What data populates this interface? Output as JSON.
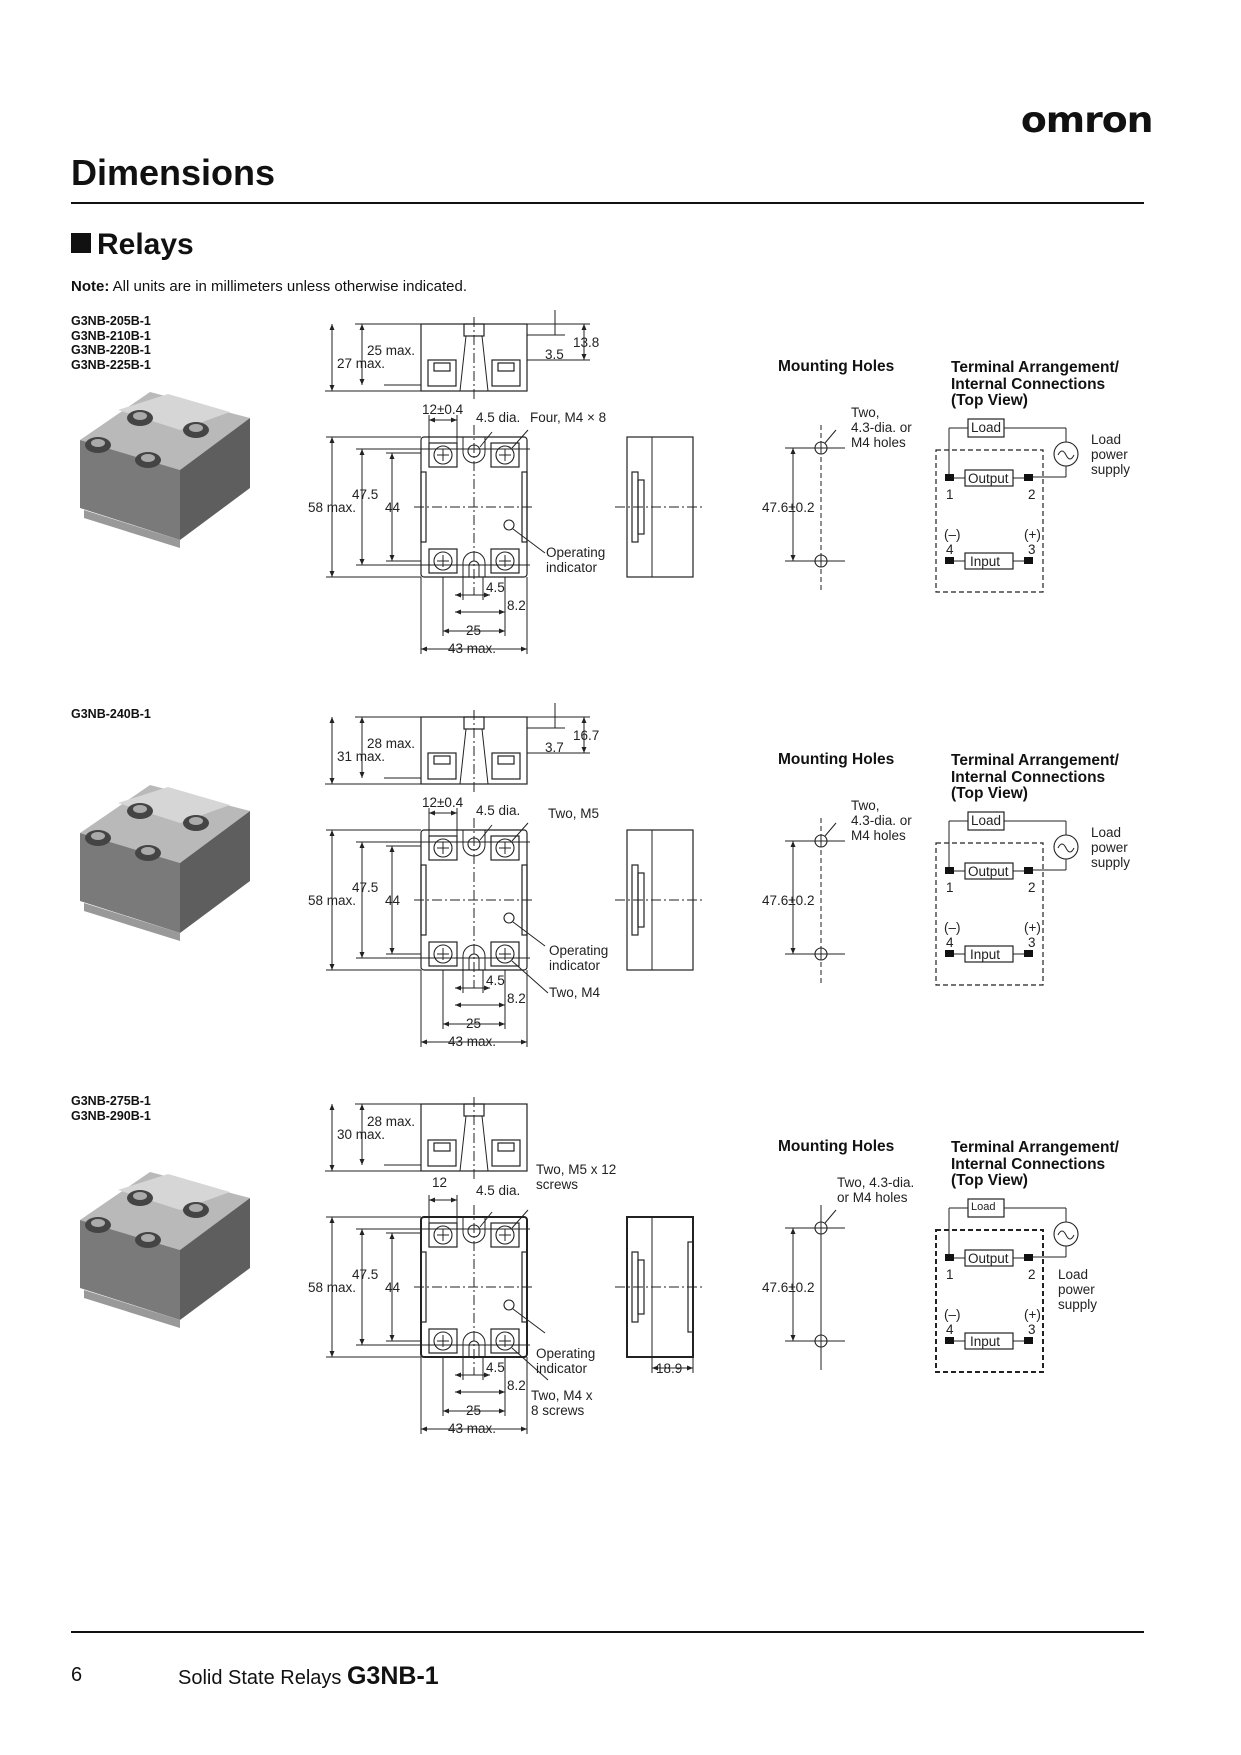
{
  "header": {
    "logo": "omron",
    "title": "Dimensions",
    "section": "Relays"
  },
  "note": {
    "label": "Note:",
    "text": "All units are in millimeters unless otherwise indicated."
  },
  "sections": [
    {
      "models": [
        "G3NB-205B-1",
        "G3NB-210B-1",
        "G3NB-220B-1",
        "G3NB-225B-1"
      ],
      "dims": {
        "h_inner": "25 max.",
        "h_outer": "27 max.",
        "top_a": "13.8",
        "top_b": "3.5",
        "pitch": "12±0.4",
        "hole": "4.5 dia.",
        "screws_top": "Four, M4 × 8",
        "h58": "58 max.",
        "h475": "47.5",
        "h44": "44",
        "indicator": "Operating\nindicator",
        "slot": "4.5",
        "off": "8.2",
        "w25": "25",
        "w43": "43 max."
      },
      "mounting": {
        "title": "Mounting Holes",
        "note": "Two,\n4.3-dia. or\nM4 holes",
        "pitch": "47.6±0.2"
      },
      "terminal": {
        "title": "Terminal Arrangement/\nInternal Connections\n(Top View)",
        "load": "Load",
        "output": "Output",
        "input": "Input",
        "supply": "Load\npower\nsupply",
        "t1": "1",
        "t2": "2",
        "t3": "3",
        "t4": "4",
        "minus": "(–)",
        "plus": "(+)"
      }
    },
    {
      "models": [
        "G3NB-240B-1"
      ],
      "dims": {
        "h_inner": "28 max.",
        "h_outer": "31 max.",
        "top_a": "16.7",
        "top_b": "3.7",
        "pitch": "12±0.4",
        "hole": "4.5 dia.",
        "screws_top": "Two, M5",
        "h58": "58 max.",
        "h475": "47.5",
        "h44": "44",
        "indicator": "Operating\nindicator",
        "slot": "4.5",
        "off": "8.2",
        "screws_bottom": "Two, M4",
        "w25": "25",
        "w43": "43 max."
      },
      "mounting": {
        "title": "Mounting Holes",
        "note": "Two,\n4.3-dia. or\nM4 holes",
        "pitch": "47.6±0.2"
      },
      "terminal": {
        "title": "Terminal Arrangement/\nInternal Connections\n(Top View)",
        "load": "Load",
        "output": "Output",
        "input": "Input",
        "supply": "Load\npower\nsupply",
        "t1": "1",
        "t2": "2",
        "t3": "3",
        "t4": "4",
        "minus": "(–)",
        "plus": "(+)"
      }
    },
    {
      "models": [
        "G3NB-275B-1",
        "G3NB-290B-1"
      ],
      "dims": {
        "h_inner": "28 max.",
        "h_outer": "30 max.",
        "pitch": "12",
        "hole": "4.5 dia.",
        "screws_top": "Two, M5 x 12\nscrews",
        "h58": "58 max.",
        "h475": "47.5",
        "h44": "44",
        "indicator": "Operating\nindicator",
        "slot": "4.5",
        "off": "8.2",
        "screws_bottom": "Two, M4 x\n8 screws",
        "w25": "25",
        "w43": "43 max.",
        "side": "18.9"
      },
      "mounting": {
        "title": "Mounting Holes",
        "note": "Two, 4.3-dia.\nor M4 holes",
        "pitch": "47.6±0.2"
      },
      "terminal": {
        "title": "Terminal Arrangement/\nInternal Connections\n(Top View)",
        "load": "Load",
        "output": "Output",
        "input": "Input",
        "supply": "Load\npower\nsupply",
        "t1": "1",
        "t2": "2",
        "t3": "3",
        "t4": "4",
        "minus": "(–)",
        "plus": "(+)"
      }
    }
  ],
  "footer": {
    "page": "6",
    "series": "Solid State Relays",
    "product": "G3NB-1"
  }
}
